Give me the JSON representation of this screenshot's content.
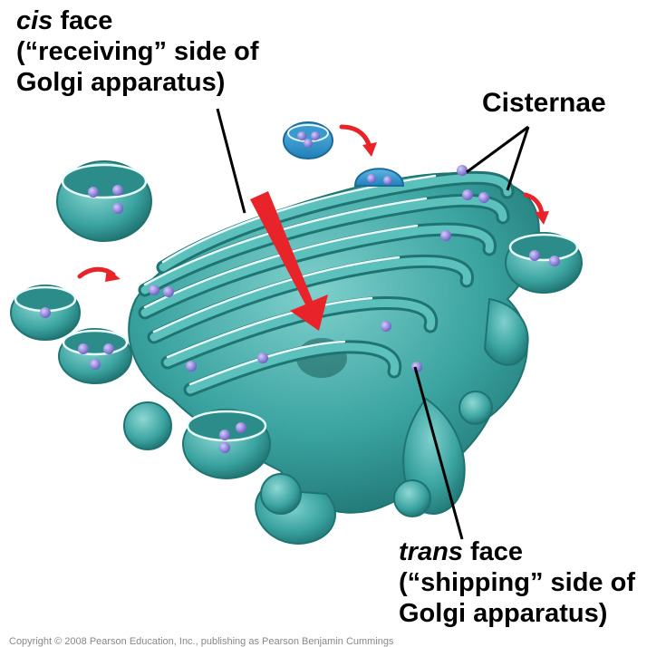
{
  "labels": {
    "cis": {
      "term": "cis",
      "line1_rest": " face",
      "line2": "(“receiving” side of",
      "line3": "Golgi apparatus)"
    },
    "cisternae": "Cisternae",
    "trans": {
      "term": "trans",
      "line1_rest": " face",
      "line2": "(“shipping” side of",
      "line3": "Golgi apparatus)"
    }
  },
  "copyright": "Copyright © 2008 Pearson Education, Inc., publishing as Pearson Benjamin Cummings",
  "colors": {
    "organelle": "#3aa3a0",
    "organelle_dark": "#1f7472",
    "organelle_light": "#7fd0cc",
    "cargo": "#8b7fd4",
    "arrow": "#e8242a",
    "leader": "#000000"
  }
}
